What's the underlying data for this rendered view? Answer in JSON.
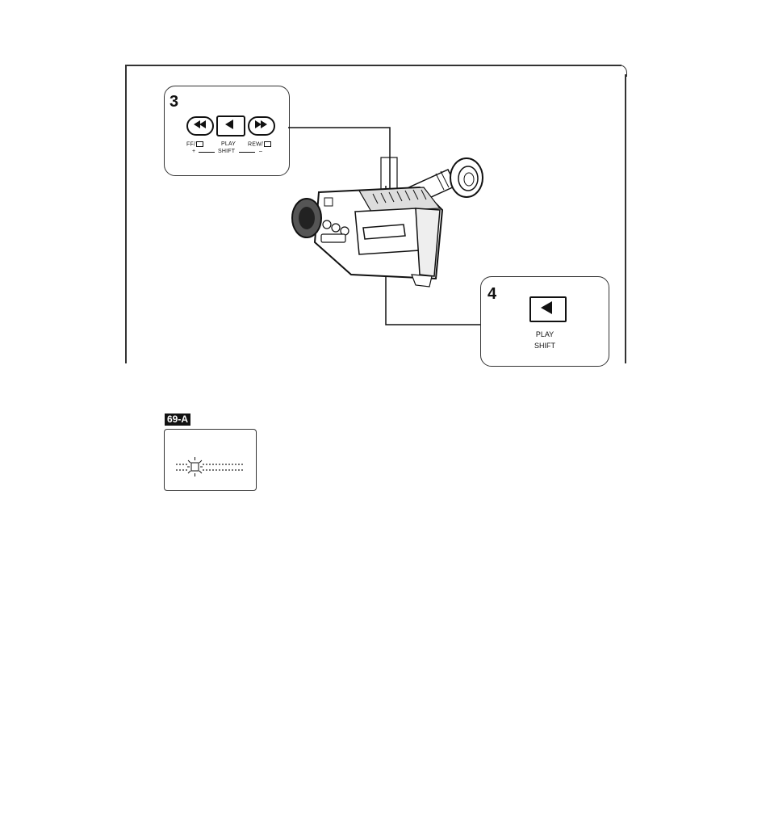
{
  "step3": {
    "number": "3",
    "ff_label": "FF/",
    "play_label": "PLAY",
    "rew_label": "REW/",
    "plus_label": "+",
    "shift_label": "SHIFT",
    "minus_label": "–"
  },
  "step4": {
    "number": "4",
    "play_label": "PLAY",
    "shift_label": "SHIFT"
  },
  "figure_badge": "69-A"
}
